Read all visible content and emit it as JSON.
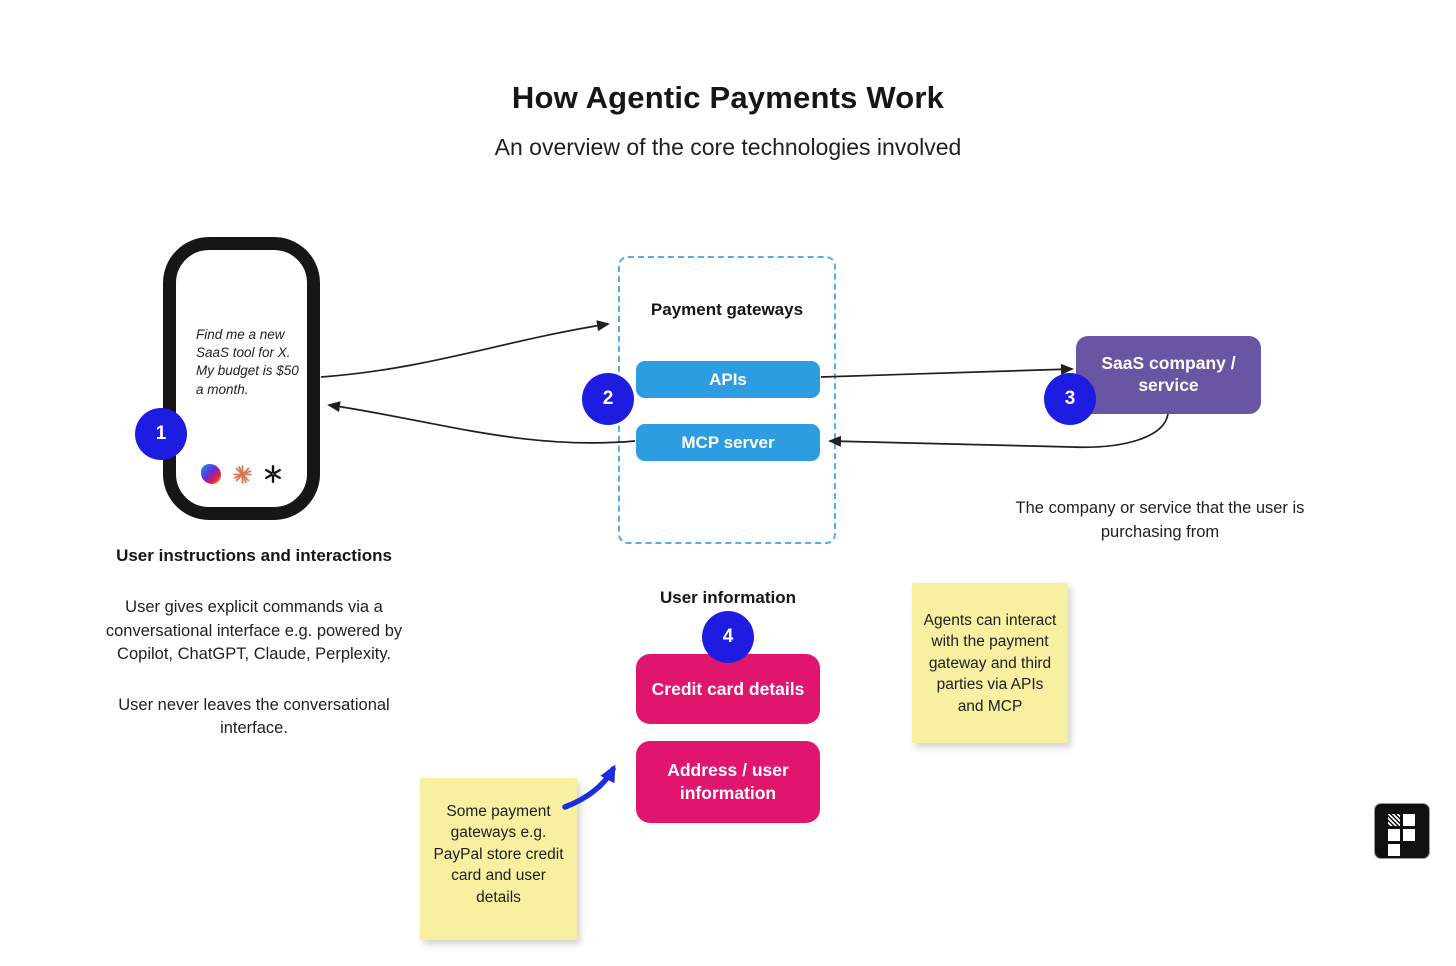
{
  "title": "How Agentic Payments Work",
  "subtitle": "An overview of the core technologies involved",
  "colors": {
    "badge_blue": "#1d1ce0",
    "node_blue": "#2e9ce1",
    "node_purple": "#6a54a4",
    "node_pink": "#e0156e",
    "sticky_yellow": "#f8f0a1",
    "dashed_border_blue": "#56aee0",
    "hand_arrow_blue": "#1b2de0"
  },
  "phone": {
    "badge": "1",
    "message": "Find me a new SaaS tool for X. My budget is $50 a month.",
    "assistant_icons": [
      "copilot-icon",
      "claude-icon",
      "openai-icon"
    ]
  },
  "user_instructions": {
    "heading": "User instructions and interactions",
    "body1": "User gives explicit commands via a conversational interface e.g. powered by Copilot, ChatGPT, Claude, Perplexity.",
    "body2": "User never leaves the conversational interface."
  },
  "payment_gateways": {
    "badge": "2",
    "title": "Payment gateways",
    "api_label": "APIs",
    "mcp_label": "MCP server"
  },
  "saas": {
    "badge": "3",
    "label": "SaaS company / service",
    "caption": "The company or service that the user is purchasing from"
  },
  "user_information": {
    "badge": "4",
    "title": "User information",
    "credit_card_label": "Credit card details",
    "address_label": "Address / user information"
  },
  "sticky_notes": {
    "agents_note": "Agents can interact with the payment gateway and third parties via APIs and MCP",
    "gateways_note": "Some payment gateways e.g. PayPal store credit card and user details"
  }
}
